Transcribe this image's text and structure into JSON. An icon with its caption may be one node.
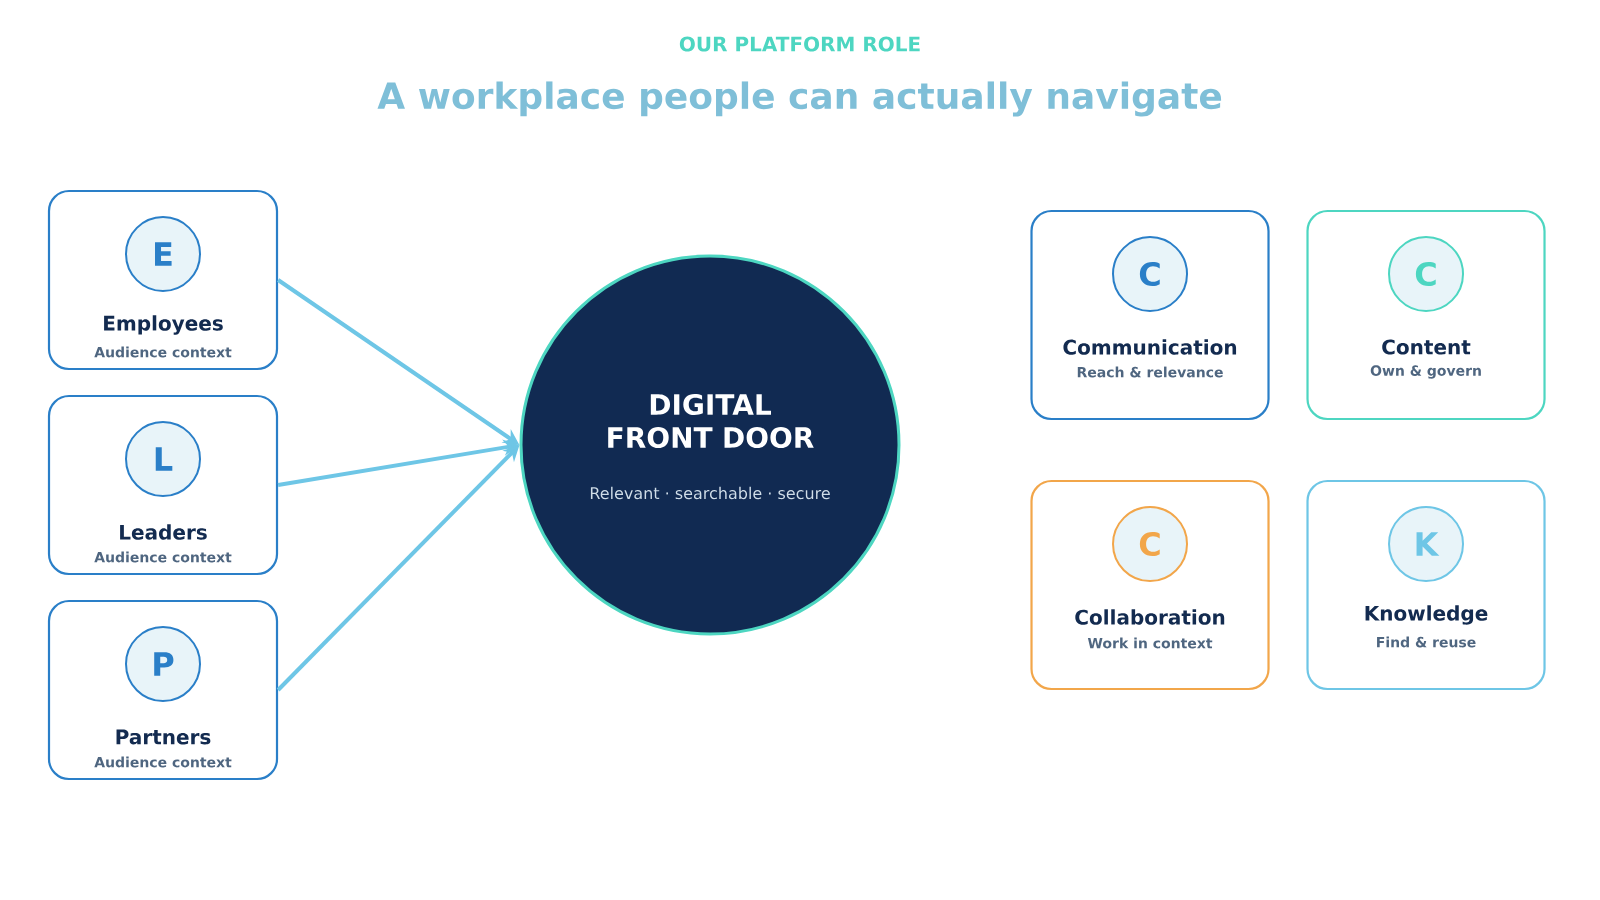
{
  "diagram": {
    "title": "OUR PLATFORM ROLE",
    "caption": "A workplace people can actually navigate",
    "nodes": [
      {
        "text": [
          "Employees",
          "Audience context"
        ]
      },
      {
        "text": [
          "E"
        ],
        "in": 0
      },
      {
        "text": [
          "Leaders",
          "Audience context"
        ]
      },
      {
        "text": [
          "L"
        ],
        "in": 2
      },
      {
        "text": [
          "Partners",
          "Audience context"
        ]
      },
      {
        "text": [
          "P"
        ],
        "in": 4
      },
      {
        "text": [
          "DIGITAL FRONT DOOR",
          "Relevant · searchable · secure"
        ]
      },
      {
        "text": [
          "Communication",
          "Reach & relevance"
        ]
      },
      {
        "text": [
          "C"
        ],
        "in": 7
      },
      {
        "text": [
          "Content",
          "Own & govern"
        ]
      },
      {
        "text": [
          "C"
        ],
        "in": 9
      },
      {
        "text": [
          "Collaboration",
          "Work in context"
        ]
      },
      {
        "text": [
          "C"
        ],
        "in": 11
      },
      {
        "text": [
          "Knowledge",
          "Find & reuse"
        ]
      },
      {
        "text": [
          "K"
        ],
        "in": 13
      }
    ],
    "edges": [
      {
        "from": 0,
        "to": 6,
        "arrow": "to"
      },
      {
        "from": 2,
        "to": 6,
        "arrow": "to"
      },
      {
        "from": 4,
        "to": 6,
        "arrow": "to"
      }
    ]
  }
}
